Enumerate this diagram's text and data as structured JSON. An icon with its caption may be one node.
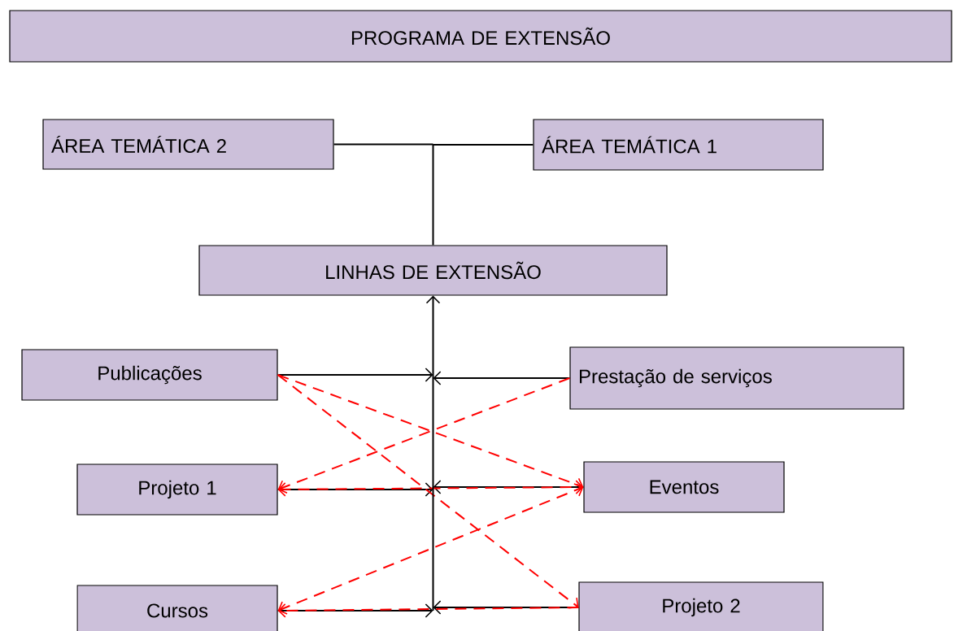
{
  "diagram": {
    "nodes": [
      {
        "text": [
          "PROGRAMA DE EXTENSÃO"
        ]
      },
      {
        "text": [
          "ÁREA TEMÁTICA 2"
        ]
      },
      {
        "text": [
          "ÁREA TEMÁTICA 1"
        ]
      },
      {
        "text": [
          "LINHAS DE EXTENSÃO"
        ]
      },
      {
        "text": [
          "Publicações"
        ]
      },
      {
        "text": [
          "Prestação de serviços"
        ]
      },
      {
        "text": [
          "Projeto 1"
        ]
      },
      {
        "text": [
          "Eventos"
        ]
      },
      {
        "text": [
          "Cursos"
        ]
      },
      {
        "text": [
          "Projeto 2"
        ]
      }
    ],
    "edges": [
      {
        "from": 1,
        "to": 3,
        "arrow": "none"
      },
      {
        "from": 2,
        "to": 3,
        "arrow": "none"
      },
      {
        "from": 4,
        "to": 3,
        "arrow": "to"
      },
      {
        "from": 5,
        "to": 3,
        "arrow": "to"
      },
      {
        "from": 6,
        "to": 3,
        "arrow": "to"
      },
      {
        "from": 7,
        "to": 3,
        "arrow": "to"
      },
      {
        "from": 8,
        "to": 3,
        "arrow": "to"
      },
      {
        "from": 9,
        "to": 3,
        "arrow": "to"
      },
      {
        "from": 4,
        "to": 7,
        "arrow": "to",
        "style": "dashed",
        "color": "#ff0000"
      },
      {
        "from": 4,
        "to": 9,
        "arrow": "to",
        "style": "dashed",
        "color": "#ff0000"
      },
      {
        "from": 5,
        "to": 6,
        "arrow": "to",
        "style": "dashed",
        "color": "#ff0000"
      },
      {
        "from": 6,
        "to": 7,
        "arrow": "both",
        "style": "dashed",
        "color": "#ff0000"
      },
      {
        "from": 8,
        "to": 7,
        "arrow": "both",
        "style": "dashed",
        "color": "#ff0000"
      },
      {
        "from": 9,
        "to": 8,
        "arrow": "to",
        "style": "dashed",
        "color": "#ff0000"
      }
    ]
  }
}
